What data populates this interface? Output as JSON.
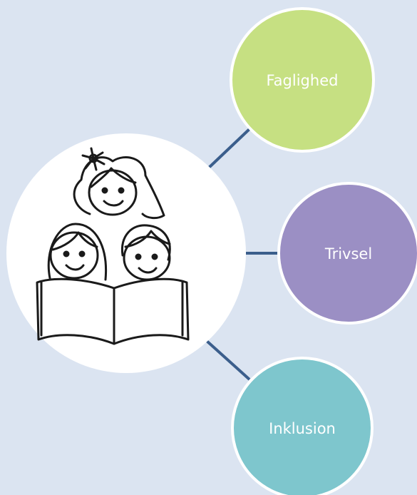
{
  "diagram": {
    "nodes": [
      {
        "label": "Faglighed",
        "color": "#c6e082"
      },
      {
        "label": "Trivsel",
        "color": "#9b8fc4"
      },
      {
        "label": "Inklusion",
        "color": "#7ec6cd"
      }
    ],
    "hub_icon": "children-reading-book-icon",
    "connector_color": "#3b5e8c",
    "background_color": "#dbe4f1"
  }
}
